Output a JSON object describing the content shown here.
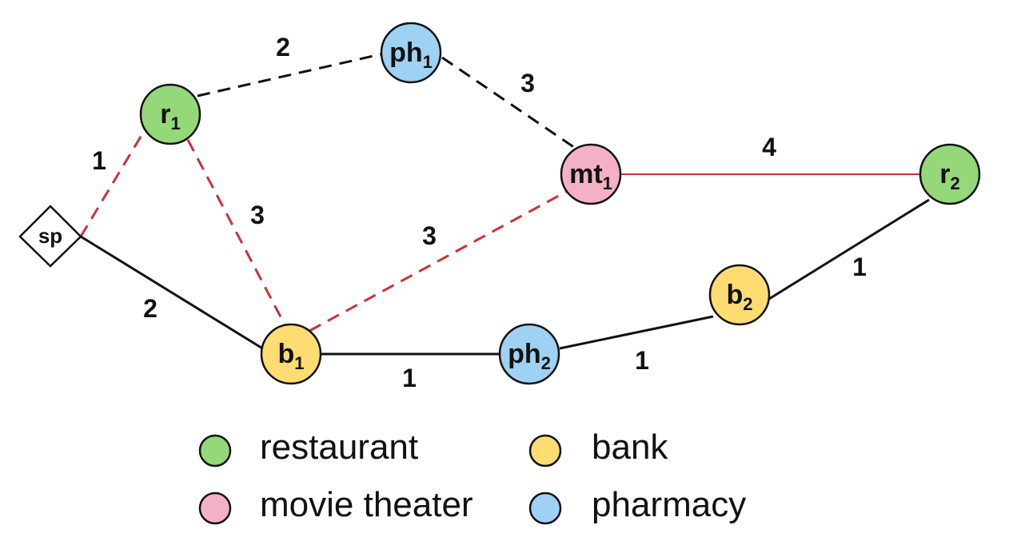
{
  "colors": {
    "restaurant": "#95d87a",
    "bank": "#fedc72",
    "movie_theater": "#f4b1c5",
    "pharmacy": "#9ed1f3",
    "edge_black": "#111111",
    "edge_red": "#c8323a"
  },
  "start": {
    "label": "sp"
  },
  "nodes": [
    {
      "id": "r1",
      "base": "r",
      "sub": "1",
      "category": "restaurant"
    },
    {
      "id": "ph1",
      "base": "ph",
      "sub": "1",
      "category": "pharmacy"
    },
    {
      "id": "mt1",
      "base": "mt",
      "sub": "1",
      "category": "movie_theater"
    },
    {
      "id": "r2",
      "base": "r",
      "sub": "2",
      "category": "restaurant"
    },
    {
      "id": "b1",
      "base": "b",
      "sub": "1",
      "category": "bank"
    },
    {
      "id": "ph2",
      "base": "ph",
      "sub": "2",
      "category": "pharmacy"
    },
    {
      "id": "b2",
      "base": "b",
      "sub": "2",
      "category": "bank"
    }
  ],
  "edges": [
    {
      "from": "sp",
      "to": "r1",
      "weight": "1",
      "style": "dashed",
      "color": "red"
    },
    {
      "from": "r1",
      "to": "ph1",
      "weight": "2",
      "style": "dashed",
      "color": "black"
    },
    {
      "from": "ph1",
      "to": "mt1",
      "weight": "3",
      "style": "dashed",
      "color": "black"
    },
    {
      "from": "r1",
      "to": "b1",
      "weight": "3",
      "style": "dashed",
      "color": "red"
    },
    {
      "from": "b1",
      "to": "mt1",
      "weight": "3",
      "style": "dashed",
      "color": "red"
    },
    {
      "from": "mt1",
      "to": "r2",
      "weight": "4",
      "style": "solid",
      "color": "red"
    },
    {
      "from": "sp",
      "to": "b1",
      "weight": "2",
      "style": "solid",
      "color": "black"
    },
    {
      "from": "b1",
      "to": "ph2",
      "weight": "1",
      "style": "solid",
      "color": "black"
    },
    {
      "from": "ph2",
      "to": "b2",
      "weight": "1",
      "style": "solid",
      "color": "black"
    },
    {
      "from": "b2",
      "to": "r2",
      "weight": "1",
      "style": "solid",
      "color": "black"
    }
  ],
  "legend": [
    {
      "category": "restaurant",
      "label": "restaurant"
    },
    {
      "category": "bank",
      "label": "bank"
    },
    {
      "category": "movie_theater",
      "label": "movie theater"
    },
    {
      "category": "pharmacy",
      "label": "pharmacy"
    }
  ]
}
